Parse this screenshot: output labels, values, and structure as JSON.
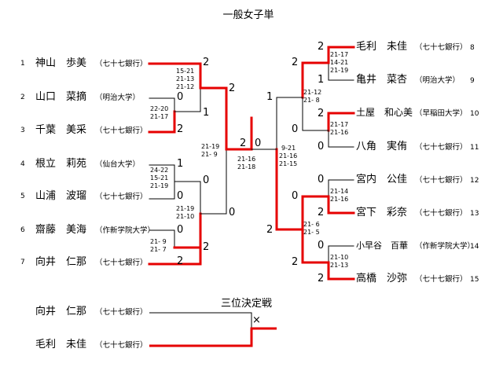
{
  "title": "一般女子単",
  "bracket": {
    "left": [
      {
        "num": "1",
        "name": "神山　歩美",
        "aff": "（七十七銀行）"
      },
      {
        "num": "2",
        "name": "山口　菜摘",
        "aff": "（明治大学）"
      },
      {
        "num": "3",
        "name": "千葉　美采",
        "aff": "（七十七銀行）"
      },
      {
        "num": "4",
        "name": "根立　莉苑",
        "aff": "（仙台大学）"
      },
      {
        "num": "5",
        "name": "山浦　波瑠",
        "aff": "（七十七銀行）"
      },
      {
        "num": "6",
        "name": "齋藤　美海",
        "aff": "（作新学院大学）"
      },
      {
        "num": "7",
        "name": "向井　仁那",
        "aff": "（七十七銀行）"
      }
    ],
    "right": [
      {
        "num": "8",
        "name": "毛利　未佳",
        "aff": "（七十七銀行）"
      },
      {
        "num": "9",
        "name": "亀井　菜杏",
        "aff": "（明治大学）"
      },
      {
        "num": "10",
        "name": "土屋　和心美",
        "aff": "（早稲田大学）"
      },
      {
        "num": "11",
        "name": "八角　実侑",
        "aff": "（七十七銀行）"
      },
      {
        "num": "12",
        "name": "宮内　公佳",
        "aff": "（七十七銀行）"
      },
      {
        "num": "13",
        "name": "宮下　彩奈",
        "aff": "（七十七銀行）"
      },
      {
        "num": "14",
        "name": "小早谷　百華",
        "aff": "（作新学院大学）"
      },
      {
        "num": "15",
        "name": "高橋　沙弥",
        "aff": "（七十七銀行）"
      }
    ],
    "results": {
      "r1_2": "0",
      "r1_3": "2",
      "r1_4": "1",
      "r1_5": "0",
      "r1_6": "0",
      "r1_7": "2",
      "r1_8": "2",
      "r1_9": "1",
      "r1_10": "2",
      "r1_11": "0",
      "r1_12": "0",
      "r1_13": "2",
      "r1_14": "0",
      "r1_15": "2",
      "r2_1": "2",
      "r2_23": "1",
      "r2_45": "0",
      "r2_67": "2",
      "r2_89": "2",
      "r2_1011": "0",
      "r2_1213": "0",
      "r2_1415": "2",
      "r3_top": "2",
      "r3_bot": "0",
      "r3_rtop": "1",
      "r3_rbot": "2",
      "final_l": "2",
      "final_r": "0"
    },
    "scores": {
      "m_1_23": [
        "15-21",
        "21-13",
        "21-12"
      ],
      "m_2_3": [
        "22-20",
        "21-17"
      ],
      "m_4_5": [
        "24-22",
        "15-21",
        "21-19"
      ],
      "m_6_7": [
        "21- 9",
        "21- 7"
      ],
      "m_45_67": [
        "21-19",
        "21-10"
      ],
      "m_top_left": [
        "21-19",
        "21- 9"
      ],
      "final": [
        "21-16",
        "21-18"
      ],
      "m_8_9": [
        "21-17",
        "14-21",
        "21-19"
      ],
      "m_10_11": [
        "21-17",
        "21-16"
      ],
      "m_12_13": [
        "21-14",
        "21-16"
      ],
      "m_14_15": [
        "21-10",
        "21-13"
      ],
      "m_89_1011": [
        "21-12",
        "21- 8"
      ],
      "m_1213_1415": [
        "21- 6",
        "21- 5"
      ],
      "m_right_semi": [
        "9-21",
        "21-16",
        "21-15"
      ]
    }
  },
  "third_place": {
    "title": "三位決定戦",
    "players": [
      {
        "name": "向井　仁那",
        "aff": "（七十七銀行）"
      },
      {
        "name": "毛利　未佳",
        "aff": "（七十七銀行）"
      }
    ],
    "x_mark": "×"
  },
  "colors": {
    "win": "#e60000",
    "line": "#000000",
    "text": "#000000"
  }
}
